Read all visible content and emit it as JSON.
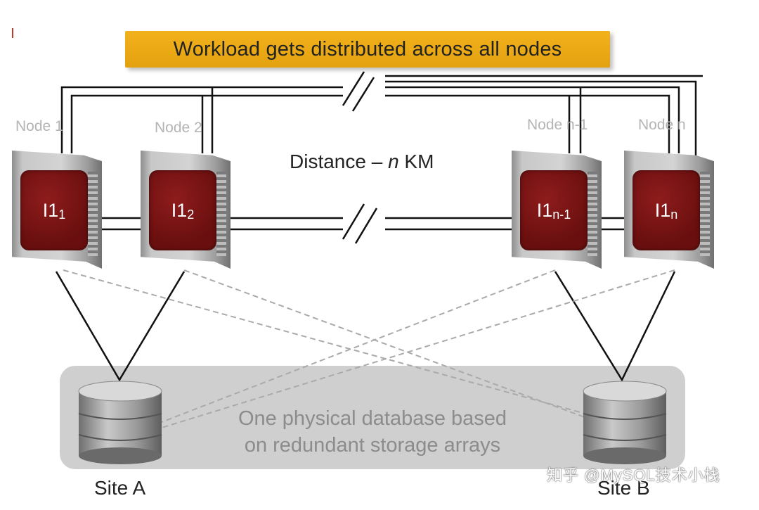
{
  "banner": {
    "text": "Workload gets distributed across all nodes"
  },
  "nodes": [
    {
      "label": "Node 1",
      "instance": "I1",
      "sub": "1"
    },
    {
      "label": "Node 2",
      "instance": "I1",
      "sub": "2"
    },
    {
      "label": "Node n-1",
      "instance": "I1",
      "sub": "n-1"
    },
    {
      "label": "Node n",
      "instance": "I1",
      "sub": "n"
    }
  ],
  "distance": {
    "prefix": "Distance – ",
    "var": "n",
    "unit": " KM"
  },
  "storage": {
    "line1": "One physical database based",
    "line2": "on redundant storage arrays"
  },
  "sites": {
    "a": "Site A",
    "b": "Site B"
  },
  "watermark": "知乎 @MySQL技术小栈",
  "colors": {
    "banner": "#efae18",
    "server_face": "#7a1414",
    "storage_area": "#cfcfcf",
    "node_label": "#b4b4b4"
  }
}
